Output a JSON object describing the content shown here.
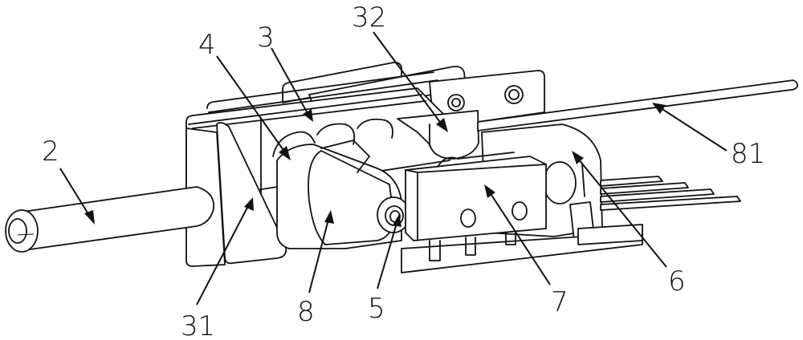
{
  "figure": {
    "type": "patent-perspective-drawing",
    "subject": "switch mechanism assembly"
  },
  "labels": [
    {
      "id": "2",
      "text": "2",
      "part": "shaft"
    },
    {
      "id": "4",
      "text": "4",
      "part": "gear"
    },
    {
      "id": "3",
      "text": "3",
      "part": "housing"
    },
    {
      "id": "32",
      "text": "32",
      "part": "housing-block"
    },
    {
      "id": "81",
      "text": "81",
      "part": "rod"
    },
    {
      "id": "31",
      "text": "31",
      "part": "housing-end-plate"
    },
    {
      "id": "8",
      "text": "8",
      "part": "cam"
    },
    {
      "id": "5",
      "text": "5",
      "part": "pivot-pin"
    },
    {
      "id": "7",
      "text": "7",
      "part": "micro-switch"
    },
    {
      "id": "6",
      "text": "6",
      "part": "spring-bracket"
    }
  ]
}
